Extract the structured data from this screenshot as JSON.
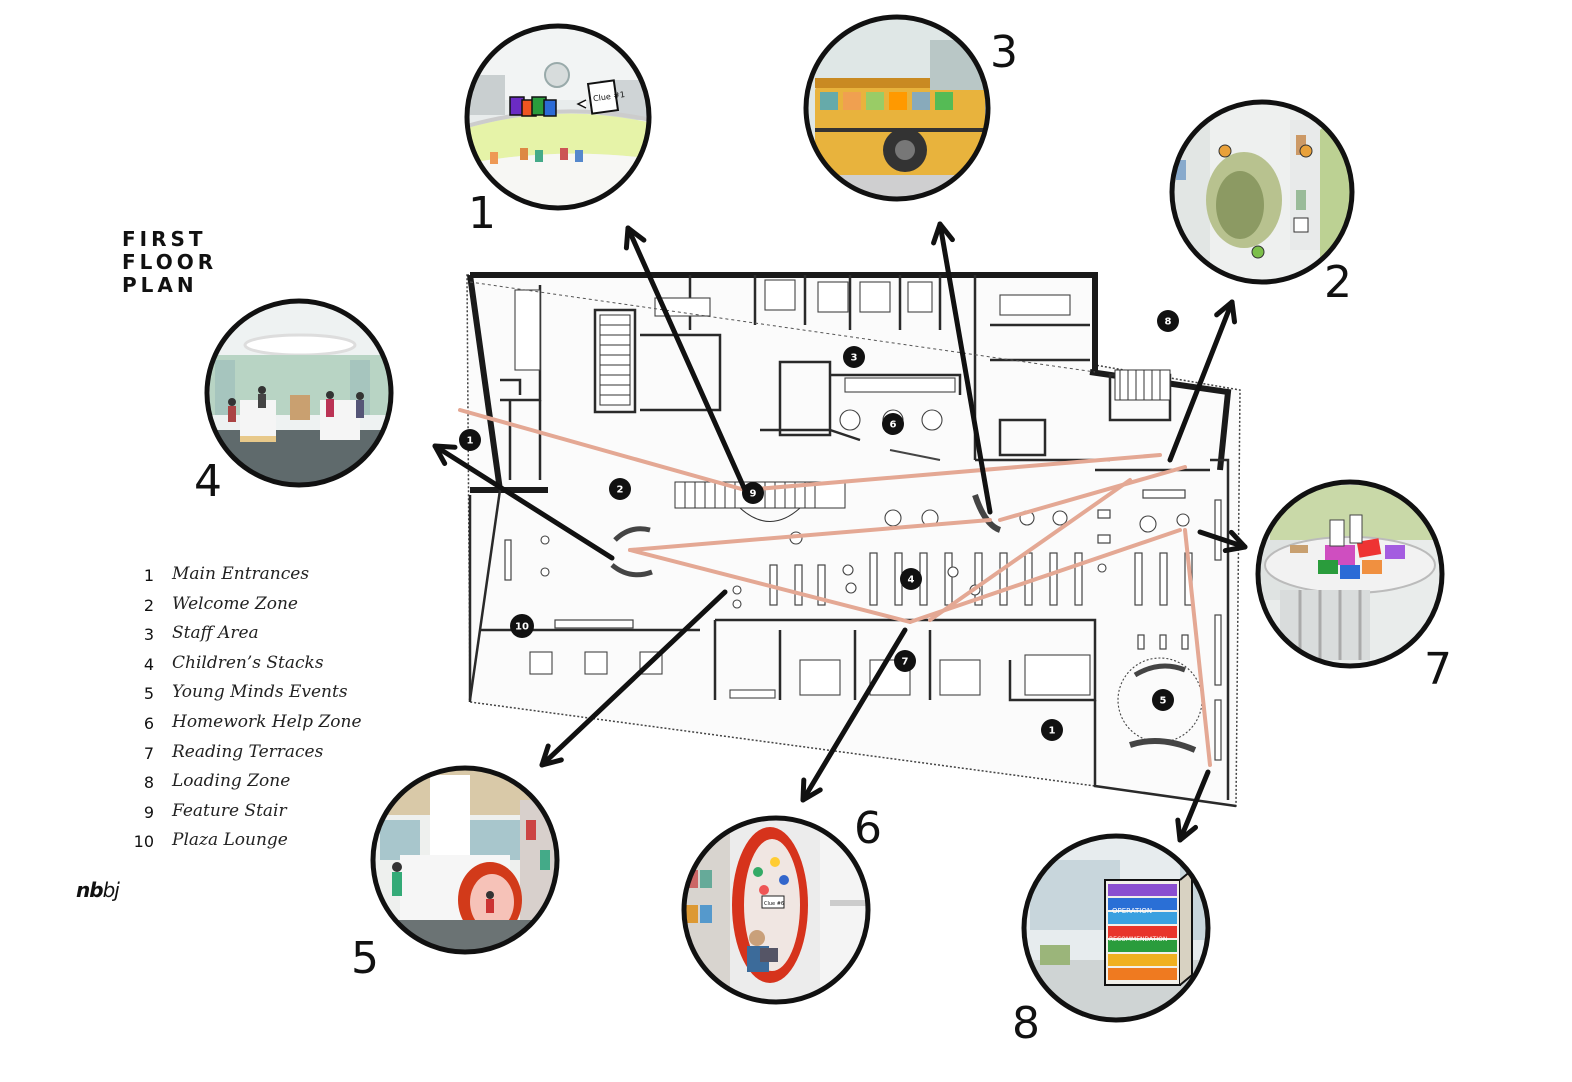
{
  "title_lines": [
    "FIRST",
    "FLOOR",
    "PLAN"
  ],
  "legend": [
    {
      "num": "1",
      "label": "Main Entrances"
    },
    {
      "num": "2",
      "label": "Welcome Zone"
    },
    {
      "num": "3",
      "label": "Staff Area"
    },
    {
      "num": "4",
      "label": "Children’s Stacks"
    },
    {
      "num": "5",
      "label": "Young Minds Events"
    },
    {
      "num": "6",
      "label": "Homework Help Zone"
    },
    {
      "num": "7",
      "label": "Reading Terraces"
    },
    {
      "num": "8",
      "label": "Loading Zone"
    },
    {
      "num": "9",
      "label": "Feature Stair"
    },
    {
      "num": "10",
      "label": "Plaza Lounge"
    }
  ],
  "brand": {
    "bold": "nb",
    "light": "bj"
  },
  "photos": [
    {
      "num": "1",
      "caption_sign": "Clue #1"
    },
    {
      "num": "2"
    },
    {
      "num": "3"
    },
    {
      "num": "4"
    },
    {
      "num": "5"
    },
    {
      "num": "6",
      "caption_sign": "Clue #6"
    },
    {
      "num": "7"
    },
    {
      "num": "8",
      "sign_lines": [
        "OPERATION",
        "RECOMMENDATION"
      ]
    }
  ],
  "plan_badges": [
    "1",
    "2",
    "3",
    "6",
    "9",
    "4",
    "10",
    "7",
    "5",
    "1",
    "8"
  ],
  "colors": {
    "path": "#e4a894",
    "ink": "#111111",
    "wall": "#222222"
  }
}
